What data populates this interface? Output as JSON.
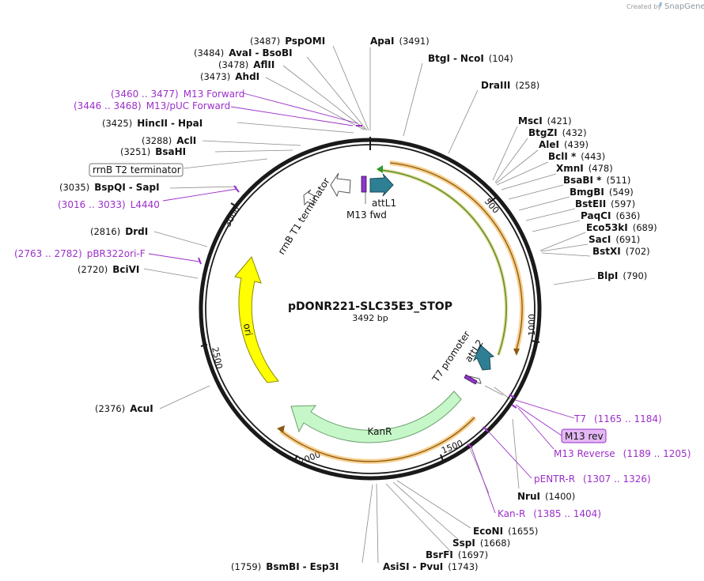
{
  "plasmid": {
    "name": "pDONR221-SLC35E3_STOP",
    "length_label": "3492 bp"
  },
  "credit": {
    "prefix": "Created by",
    "brand": "SnapGene"
  },
  "ticks": [
    "500",
    "1000",
    "1500",
    "2000",
    "2500",
    "3000"
  ],
  "restriction_sites": [
    {
      "name": "PspOMI",
      "pos": "(3487)"
    },
    {
      "name": "AvaI",
      "pos": "(3484)",
      "name2": "BsoBI"
    },
    {
      "name": "AflII",
      "pos": "(3478)"
    },
    {
      "name": "AhdI",
      "pos": "(3473)"
    },
    {
      "name": "HincII",
      "pos": "(3425)",
      "name2": "HpaI"
    },
    {
      "name": "AclI",
      "pos": "(3288)"
    },
    {
      "name": "BsaHI",
      "pos": "(3251)"
    },
    {
      "name": "BspQI",
      "pos": "(3035)",
      "name2": "SapI"
    },
    {
      "name": "DrdI",
      "pos": "(2816)"
    },
    {
      "name": "BciVI",
      "pos": "(2720)"
    },
    {
      "name": "AcuI",
      "pos": "(2376)"
    },
    {
      "name": "BsmBI",
      "pos": "(1759)",
      "name2": "Esp3I"
    },
    {
      "name": "AsiSI",
      "pos": "(1743)",
      "name2": "PvuI"
    },
    {
      "name": "BsrFI",
      "pos": "(1697)"
    },
    {
      "name": "SspI",
      "pos": "(1668)"
    },
    {
      "name": "EcoNI",
      "pos": "(1655)"
    },
    {
      "name": "NruI",
      "pos": "(1400)"
    },
    {
      "name": "BlpI",
      "pos": "(790)"
    },
    {
      "name": "BstXI",
      "pos": "(702)"
    },
    {
      "name": "SacI",
      "pos": "(691)"
    },
    {
      "name": "Eco53kI",
      "pos": "(689)"
    },
    {
      "name": "PaqCI",
      "pos": "(636)"
    },
    {
      "name": "BstEII",
      "pos": "(597)"
    },
    {
      "name": "BmgBI",
      "pos": "(549)"
    },
    {
      "name": "BsaBI *",
      "pos": "(511)"
    },
    {
      "name": "XmnI",
      "pos": "(478)"
    },
    {
      "name": "BclI *",
      "pos": "(443)"
    },
    {
      "name": "AleI",
      "pos": "(439)"
    },
    {
      "name": "BtgZI",
      "pos": "(432)"
    },
    {
      "name": "MscI",
      "pos": "(421)"
    },
    {
      "name": "DraIII",
      "pos": "(258)"
    },
    {
      "name": "BtgI",
      "pos": "(104)",
      "name2": "NcoI"
    },
    {
      "name": "ApaI",
      "pos": "(3491)"
    }
  ],
  "primers": [
    {
      "name": "M13 Forward",
      "range": "(3460 .. 3477)"
    },
    {
      "name": "M13/pUC Forward",
      "range": "(3446 .. 3468)"
    },
    {
      "name": "L4440",
      "range": "(3016 .. 3033)"
    },
    {
      "name": "pBR322ori-F",
      "range": "(2763 .. 2782)"
    },
    {
      "name": "T7",
      "range": "(1165 .. 1184)"
    },
    {
      "name": "M13 rev",
      "range": ""
    },
    {
      "name": "M13 Reverse",
      "range": "(1189 .. 1205)"
    },
    {
      "name": "pENTR-R",
      "range": "(1307 .. 1326)"
    },
    {
      "name": "Kan-R",
      "range": "(1385 .. 1404)"
    }
  ],
  "features": {
    "terminator_box": "rrnB T2 terminator",
    "rrnb_t1": "rrnB T1 terminator",
    "attl1": "attL1",
    "m13_fwd": "M13 fwd",
    "ori": "ori",
    "kanr": "KanR",
    "t7_promoter": "T7 promoter",
    "attl2": "attL2"
  },
  "colors": {
    "backbone": "#1a1a1a",
    "primer": "#9b30c9",
    "orange_feature": "#f0a832",
    "green_feature": "#2e9b2e",
    "ori": "#ffff00",
    "kanr": "#c6f7c8",
    "teal_arrow": "#2f7f94",
    "leader": "#8a8a8a"
  }
}
